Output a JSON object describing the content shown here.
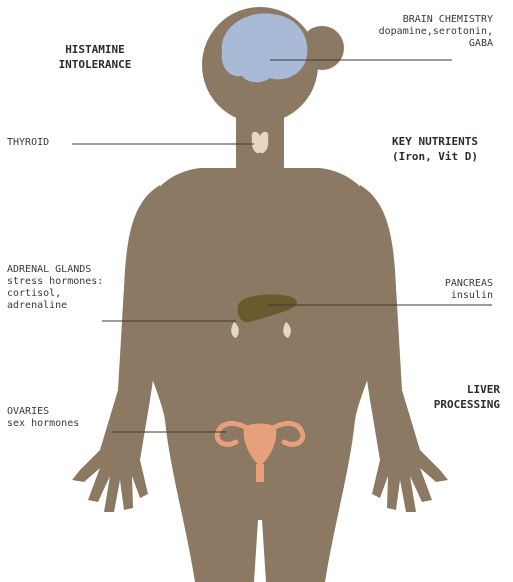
{
  "callouts": {
    "brain": {
      "title": "BRAIN CHEMISTRY",
      "lines": [
        "dopamine,serotonin,",
        "GABA"
      ]
    },
    "thyroid": {
      "title": "THYROID"
    },
    "adrenal": {
      "title": "ADRENAL GLANDS",
      "lines": [
        "stress hormones:",
        "cortisol,",
        "adrenaline"
      ]
    },
    "pancreas": {
      "title": "PANCREAS",
      "lines": [
        "insulin"
      ]
    },
    "ovaries": {
      "title": "OVARIES",
      "lines": [
        "sex hormones"
      ]
    }
  },
  "headings": {
    "histamine": [
      "HISTAMINE",
      "INTOLERANCE"
    ],
    "nutrients": [
      "KEY NUTRIENTS",
      "(Iron, Vit D)"
    ],
    "liver": [
      "LIVER",
      "PROCESSING"
    ]
  },
  "colors": {
    "body": "#8c7963",
    "brain": "#a9bad6",
    "liver": "#6b5a2e",
    "adrenal": "#e3d8c4",
    "thyroid": "#e8d6c2",
    "ovaries": "#e8a07c",
    "leader": "#3d3a36"
  }
}
